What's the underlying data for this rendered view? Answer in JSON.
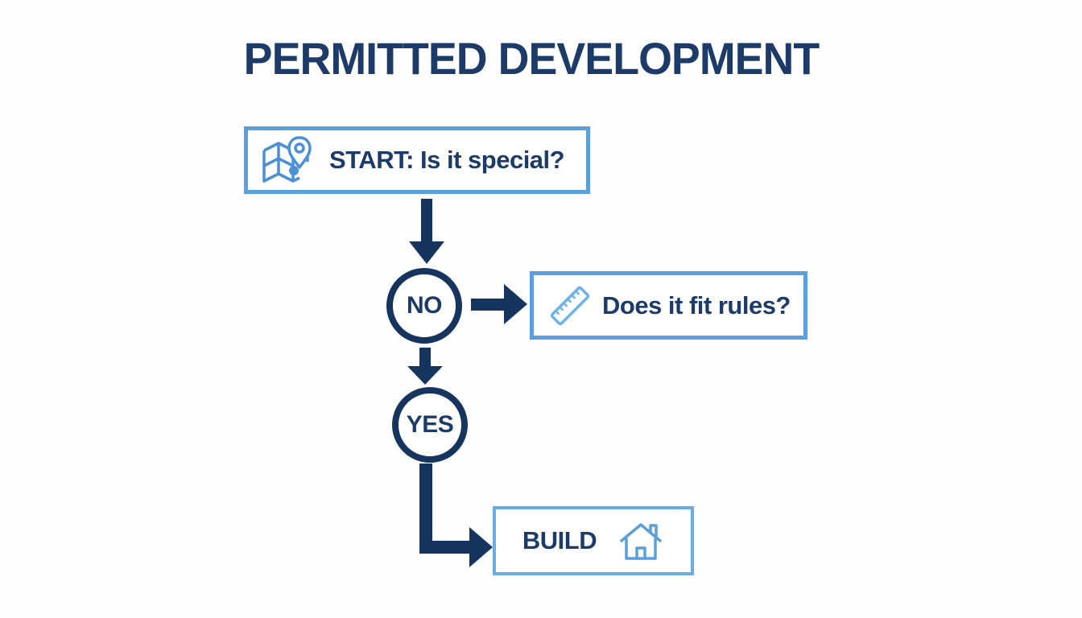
{
  "title": "PERMITTED DEVELOPMENT",
  "flow": {
    "start": {
      "label": "START: Is it special?",
      "icon": "map-icon"
    },
    "decision_no": {
      "label": "NO"
    },
    "rules": {
      "label": "Does it fit rules?",
      "icon": "ruler-icon"
    },
    "decision_yes": {
      "label": "YES"
    },
    "build": {
      "label": "BUILD",
      "icon": "house-icon"
    }
  },
  "colors": {
    "navy_arrows": "#16355e",
    "navy_text": "#1c3b68",
    "box_border_blue": "#5ba0dc",
    "build_border_blue": "#6aade2",
    "map_icon_blue": "#4a90d6",
    "ruler_icon_blue": "#6db3e8",
    "house_icon_blue": "#5b9fd9"
  }
}
